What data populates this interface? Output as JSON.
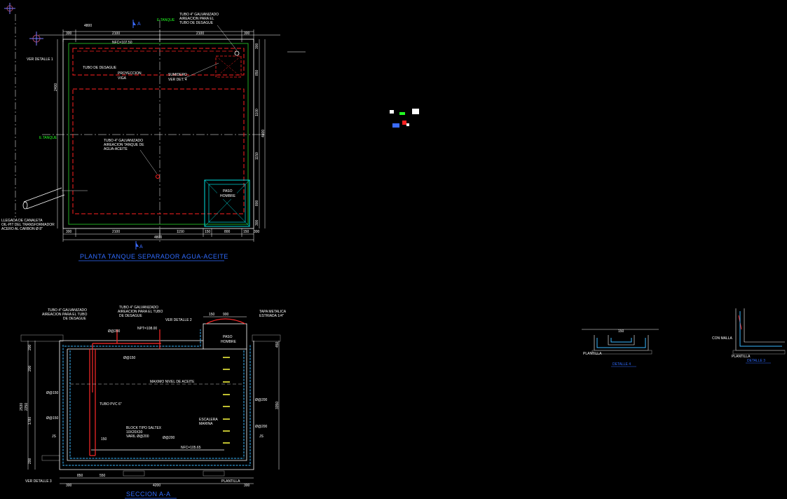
{
  "plan": {
    "title": "PLANTA TANQUE SEPARADOR AGUA-ACEITE",
    "section_marker": "A",
    "axis_tanque": "E.TANQUE",
    "axis_side": "E.TANQUE",
    "dims_top": [
      "300",
      "2100",
      "2100",
      "300"
    ],
    "dim_top_total": "4800",
    "dims_bottom": [
      "300",
      "2100",
      "1150",
      "150",
      "800",
      "150",
      "300"
    ],
    "dim_bottom_total": "4800",
    "dims_right": [
      "300",
      "850",
      "1100",
      "1150",
      "800",
      "300"
    ],
    "dim_right_total": "4800",
    "dim_left": "2400",
    "nfc_label": "NFC=107.50",
    "labels": {
      "ver_detalle_1": "VER DETALLE 1",
      "tubo_desague": "TUBO DE DESAGUE",
      "proyeccion_line1": "PROYECCION",
      "proyeccion_line2": "VIGA",
      "sumidero_line1": "SUMIDERO",
      "sumidero_line2": "VER DET. 4",
      "tubo_galv_top_1": "TUBO 4\" GALVANIZADO",
      "tubo_galv_top_2": "AIREACION PARA EL",
      "tubo_galv_top_3": "TUBO DE DESAGUE",
      "tubo_galv_mid_1": "TUBO 4\" GALVANIZADO",
      "tubo_galv_mid_2": "AIREACION TANQUE DE",
      "tubo_galv_mid_3": "AGUA-ACEITE",
      "paso_hombre_1": "PASO",
      "paso_hombre_2": "HOMBRE",
      "llegada_1": "LLEGADA DE CANALETA",
      "llegada_2": "OIL-PIT DEL TRANSFORMADOR",
      "llegada_3": "ACERO AL CARBON Ø 8\""
    }
  },
  "section": {
    "title": "SECCION A-A",
    "labels": {
      "tubo_4_galv_left_1": "TUBO 4\" GALVANIZADO",
      "tubo_4_galv_left_2": "AIREACION PARA EL TUBO",
      "tubo_4_galv_left_3": "DE DESAGUE",
      "tubo_4_galv_center_1": "TUBO 4\" GALVANIZADO",
      "tubo_4_galv_center_2": "AIREACION PARA EL TUBO",
      "tubo_4_galv_center_3": "DE DESAGUE",
      "ver_detalle_2": "VER DETALLE 2",
      "tapa_metalica_1": "TAPA METALICA",
      "tapa_metalica_2": "ESTRIADA 1/4\"",
      "npt_top": "NPT=108.00",
      "paso_hombre_1": "PASO",
      "paso_hombre_2": "HOMBRE",
      "maximo_nivel": "MAXIMO NIVEL DE ACEITE",
      "tubo_pvc": "TUBO PVC 6\"",
      "escalera_1": "ESCALERA",
      "escalera_2": "MARINA",
      "block_1": "BLOCK TIPO SALTEX",
      "block_2": "10X20X30",
      "block_3": "VARIL Ø@200",
      "npt_bottom": "NFC=105.65",
      "plantilla": "PLANTILLA",
      "ver_detalle_3": "VER DETALLE 3",
      "rebar_a": "Ø@200",
      "rebar_b": "Ø@150",
      "rebar_c": "Ø@150",
      "rebar_d": "Ø@150",
      "rebar_e": "Ø@200",
      "rebar_f": "Ø@200",
      "rebar_g": "Ø@200",
      "js_left": "JS",
      "js_right": "JS"
    },
    "dims_top": [
      "150",
      "900"
    ],
    "dims_bottom": [
      "300",
      "850",
      "550",
      "4200",
      "300"
    ],
    "dims_right": [
      "450",
      "3350"
    ],
    "dims_left": [
      "2530",
      "2250",
      "200",
      "1780",
      "200",
      "200"
    ],
    "dim_small": "150"
  },
  "details": {
    "detalle_4_title": "DETALLE 4",
    "detalle_4_dim": "150",
    "detalle_4_label": "PLANTILLA",
    "detalle_3_title": "DETALLE 3",
    "detalle_3_label": "PLANTILLA",
    "detalle_3_note": "CON MALLA"
  },
  "colors": {
    "background": "#000000",
    "wall_outline": "#ffffff",
    "plan_inner": "#22aa22",
    "dashed_beam": "#ff2020",
    "paso_hombre": "#00e0e0",
    "rebar": "#3ab8ff",
    "pipe": "#ff2a2a",
    "title_blue": "#2f6bff",
    "annotation_green": "#22ff22",
    "ladder": "#ffff40"
  }
}
